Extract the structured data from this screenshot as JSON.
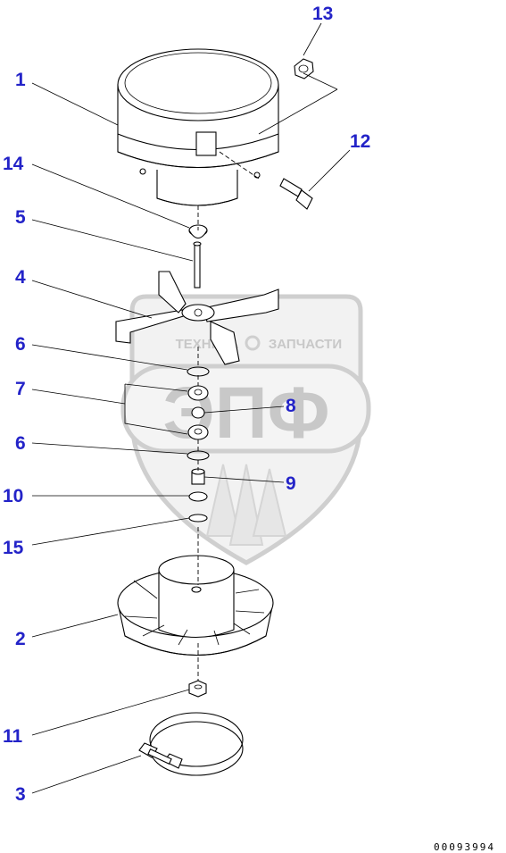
{
  "callouts": {
    "c1": "1",
    "c2": "2",
    "c3": "3",
    "c4": "4",
    "c5": "5",
    "c6a": "6",
    "c6b": "6",
    "c7": "7",
    "c8": "8",
    "c9": "9",
    "c10": "10",
    "c11": "11",
    "c12": "12",
    "c13": "13",
    "c14": "14",
    "c15": "15"
  },
  "watermark": {
    "brand_line": "ТЕХНИКА",
    "brand_line2": "ЗАПЧАСТИ",
    "logo_letters": "ЭПФ"
  },
  "document_number": "00093994",
  "colors": {
    "callout": "#2323c8",
    "watermark": "#c8c8c8"
  }
}
